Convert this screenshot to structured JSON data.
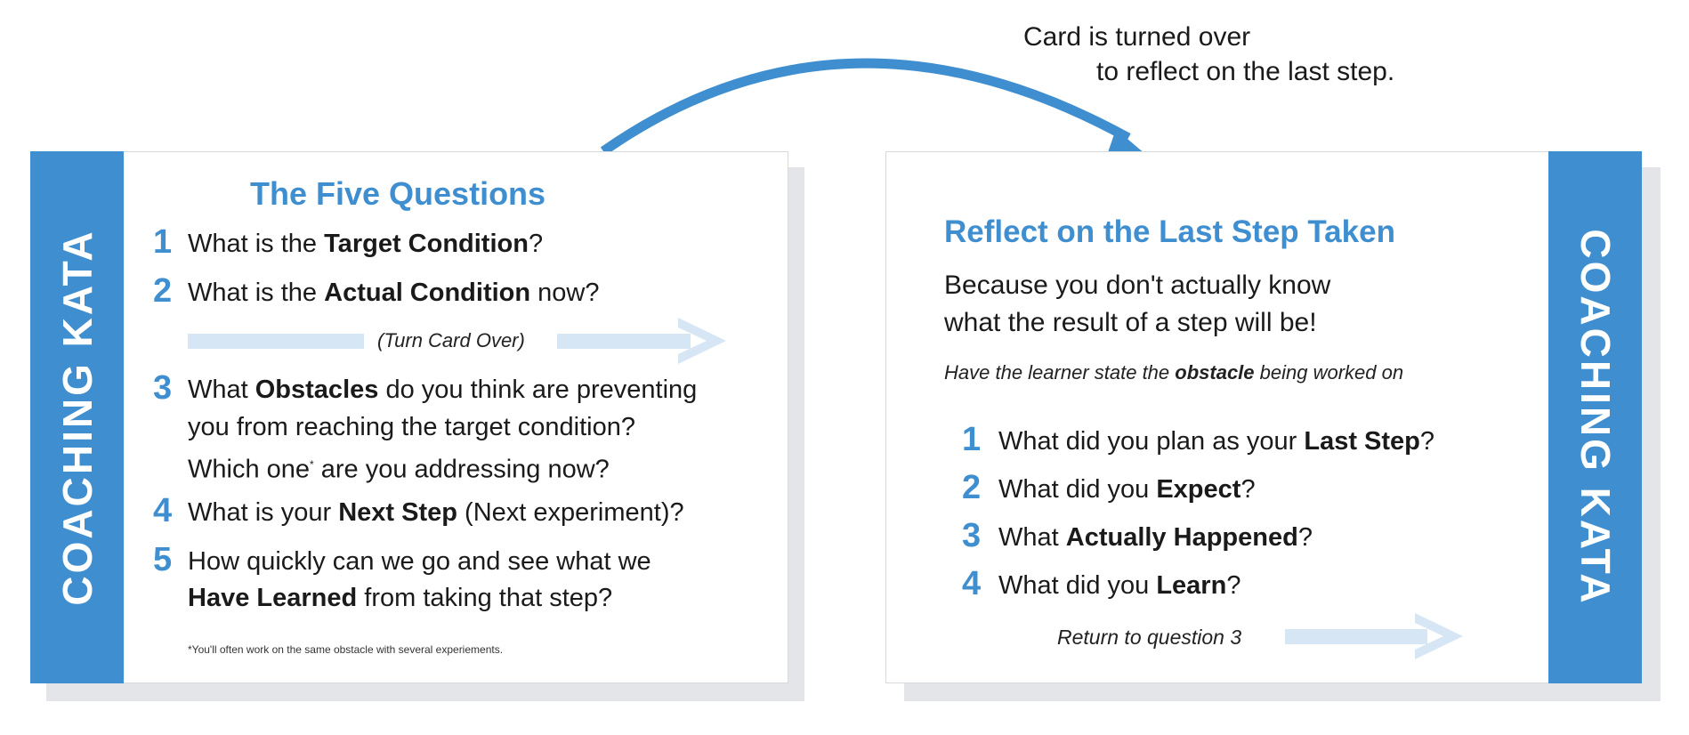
{
  "colors": {
    "accent": "#3f8fd0",
    "arrow_light": "#d6e6f5",
    "shadow": "#e3e5e8"
  },
  "caption": {
    "line1": "Card is turned over",
    "line2": "to reflect on the last step."
  },
  "left_card": {
    "band_label": "COACHING KATA",
    "title": "The Five Questions",
    "turn_over": "(Turn Card Over)",
    "questions": [
      {
        "num": "1",
        "pre": "What is the ",
        "bold": "Target Condition",
        "post": "?"
      },
      {
        "num": "2",
        "pre": "What is the ",
        "bold": "Actual Condition",
        "post": " now?"
      },
      {
        "num": "3",
        "pre": "What ",
        "bold": "Obstacles",
        "post": " do you think are preventing",
        "line2": "you from reaching the target condition?",
        "line3_pre": "Which one",
        "line3_mark": "*",
        "line3_post": " are you addressing now?"
      },
      {
        "num": "4",
        "pre": "What is your ",
        "bold": "Next Step",
        "post": " (Next experiment)?"
      },
      {
        "num": "5",
        "pre": "How quickly can we go and see what we",
        "line2_bold": "Have Learned",
        "line2_post": " from taking that step?"
      }
    ],
    "footnote": "*You'll often work on the same obstacle with several experiements."
  },
  "right_card": {
    "band_label": "COACHING KATA",
    "title": "Reflect on the Last Step Taken",
    "intro_line1": "Because you don't actually know",
    "intro_line2": "what the result of a step will be!",
    "instruction_pre": "Have the learner state the ",
    "instruction_bold": "obstacle",
    "instruction_post": " being worked on",
    "questions": [
      {
        "num": "1",
        "pre": "What did you plan as your ",
        "bold": "Last Step",
        "post": "?"
      },
      {
        "num": "2",
        "pre": "What did you ",
        "bold": "Expect",
        "post": "?"
      },
      {
        "num": "3",
        "pre": "What ",
        "bold": "Actually Happened",
        "post": "?"
      },
      {
        "num": "4",
        "pre": "What did you ",
        "bold": "Learn",
        "post": "?"
      }
    ],
    "return_text": "Return to question 3"
  }
}
